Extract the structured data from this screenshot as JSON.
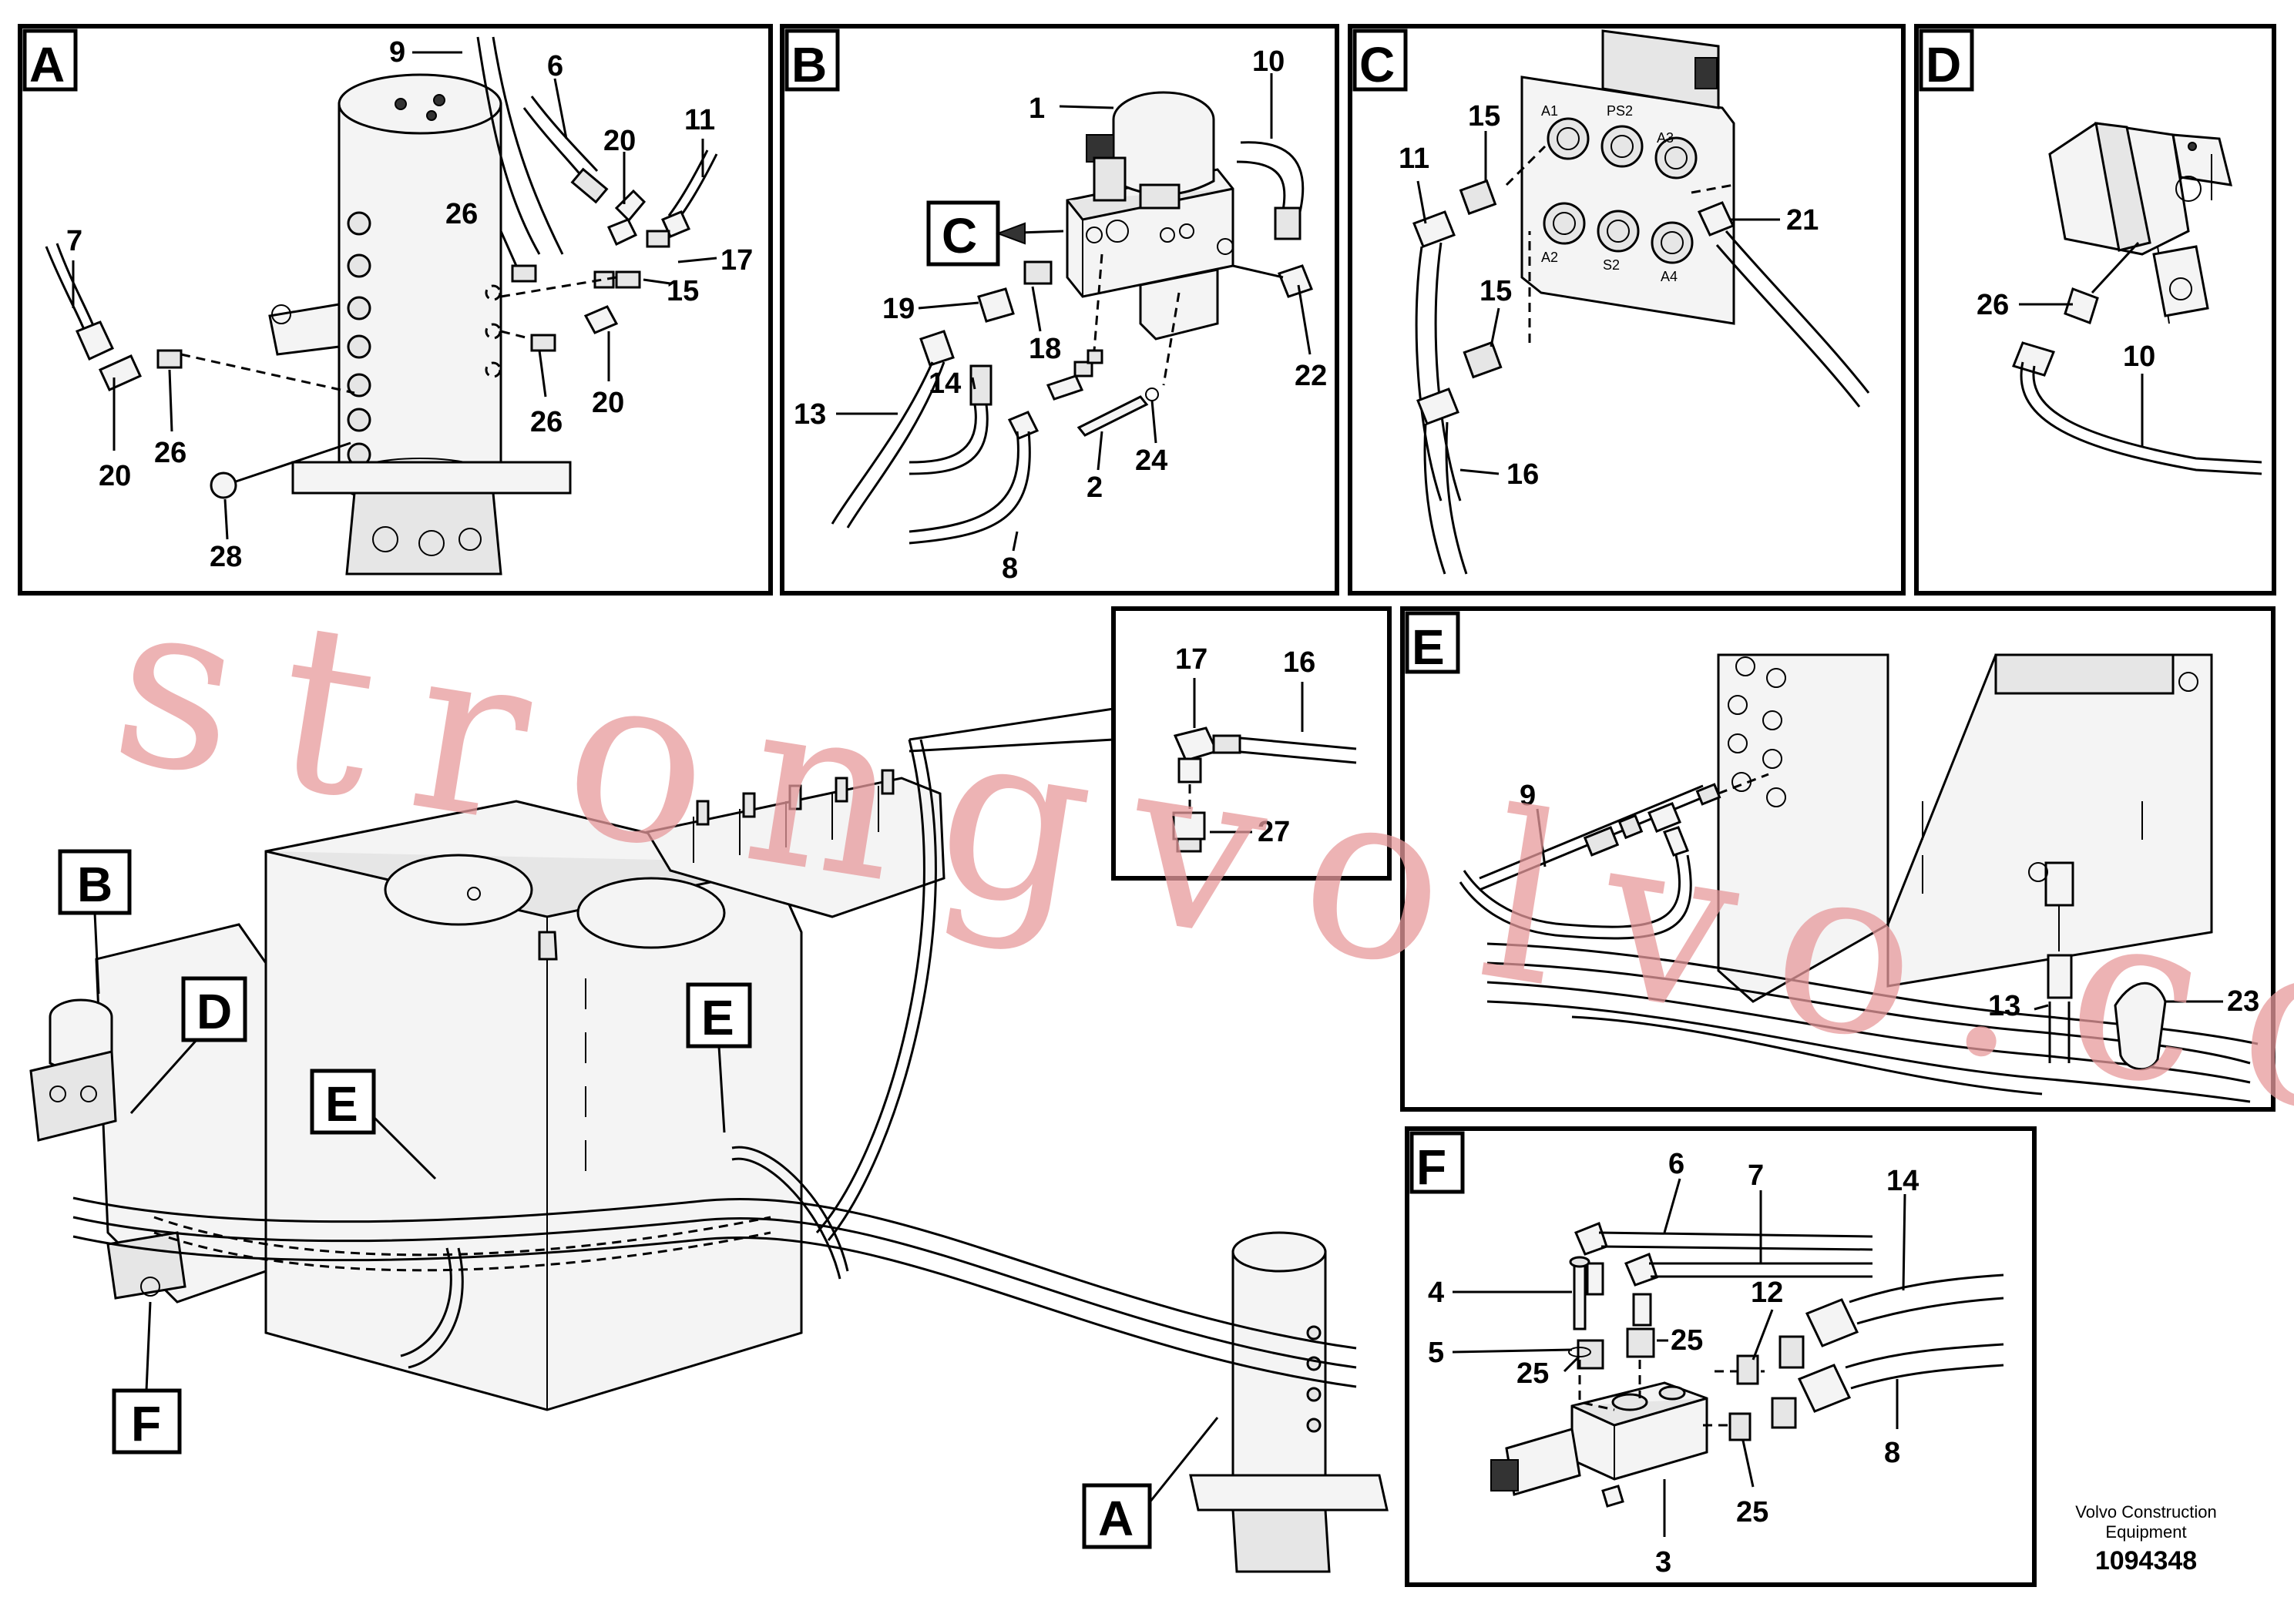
{
  "footer": {
    "brand_line1": "Volvo Construction",
    "brand_line2": "Equipment",
    "drawing_number": "1094348"
  },
  "watermark": "strongvolvo.com",
  "panels": {
    "A": {
      "letter": "A",
      "labels": [
        "9",
        "6",
        "20",
        "11",
        "7",
        "26",
        "17",
        "15",
        "20",
        "26",
        "20",
        "26",
        "28"
      ]
    },
    "B": {
      "letter": "B",
      "labels": [
        "1",
        "10",
        "C",
        "19",
        "18",
        "13",
        "14",
        "22",
        "24",
        "2",
        "8"
      ]
    },
    "C": {
      "letter": "C",
      "labels": [
        "15",
        "11",
        "21",
        "15",
        "16"
      ],
      "port_marks": [
        "A1",
        "PS2",
        "A3",
        "A2",
        "S2",
        "A4"
      ]
    },
    "D": {
      "letter": "D",
      "labels": [
        "26",
        "10"
      ]
    },
    "E": {
      "letter": "E",
      "labels": [
        "9",
        "13",
        "23"
      ]
    },
    "F": {
      "letter": "F",
      "labels": [
        "6",
        "7",
        "14",
        "4",
        "12",
        "25",
        "5",
        "25",
        "8",
        "25",
        "3"
      ]
    },
    "detail": {
      "labels": [
        "17",
        "16",
        "27"
      ]
    },
    "overview": {
      "callouts": [
        "B",
        "D",
        "E",
        "E",
        "F",
        "A"
      ]
    }
  }
}
